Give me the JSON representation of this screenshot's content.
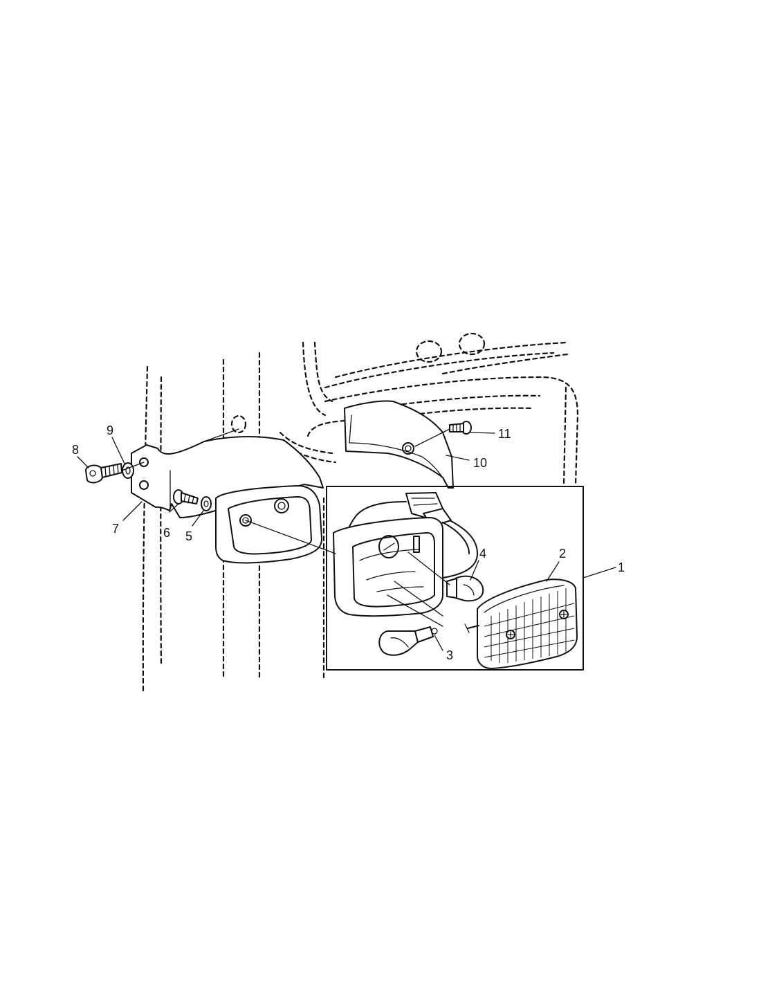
{
  "diagram": {
    "callouts": [
      {
        "id": "c1",
        "label": "1"
      },
      {
        "id": "c2",
        "label": "2"
      },
      {
        "id": "c3",
        "label": "3"
      },
      {
        "id": "c4",
        "label": "4"
      },
      {
        "id": "c5",
        "label": "5"
      },
      {
        "id": "c6",
        "label": "6"
      },
      {
        "id": "c7",
        "label": "7"
      },
      {
        "id": "c8",
        "label": "8"
      },
      {
        "id": "c9",
        "label": "9"
      },
      {
        "id": "c10",
        "label": "10"
      },
      {
        "id": "c11",
        "label": "11"
      }
    ]
  }
}
